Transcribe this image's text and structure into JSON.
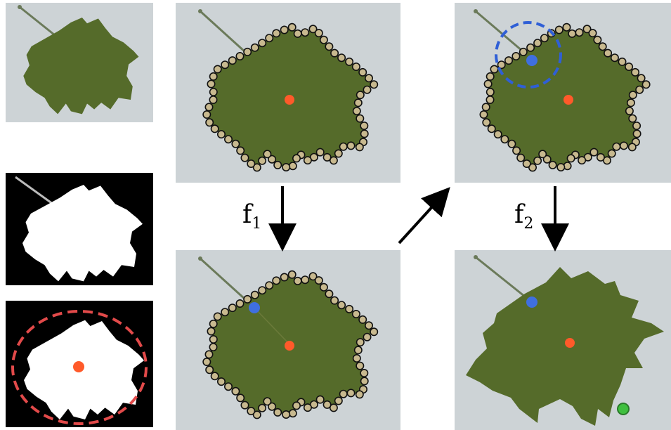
{
  "labels": {
    "f1_base": "f",
    "f1_sub": "1",
    "f2_base": "f",
    "f2_sub": "2"
  },
  "colors": {
    "panel_bg": "#cdd3d6",
    "leaf": "#556b2a",
    "mask_bg": "#000000",
    "mask_fg": "#ffffff",
    "centroid": "#ff5a2a",
    "contour_point_fill": "#c8b98f",
    "contour_point_stroke": "#111111",
    "selected_point": "#3f6fe0",
    "search_circle": "#2f5fd6",
    "bounding_circle": "#e24a4a",
    "end_point": "#3fbf3f"
  }
}
